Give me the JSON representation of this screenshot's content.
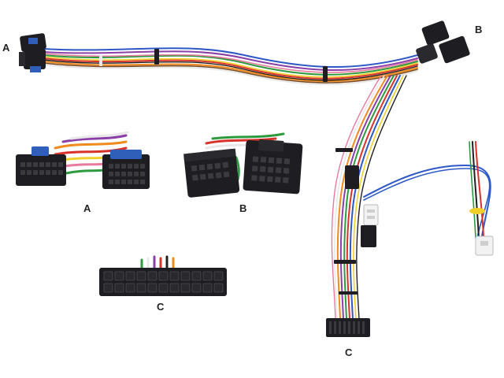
{
  "labels": {
    "connector_a_main": "A",
    "connector_b_main": "B",
    "connector_c_main": "C",
    "connector_a_detail": "A",
    "connector_b_detail": "B",
    "connector_c_detail": "C"
  },
  "colors": {
    "background": "#ffffff",
    "connector_body": "#1e1e22",
    "connector_blue": "#2f5fb8",
    "wire_red": "#d8322a",
    "wire_orange": "#f08a1c",
    "wire_yellow": "#f0cf2a",
    "wire_green": "#2e9a3e",
    "wire_blue": "#2d58c6",
    "wire_purple": "#8a3fa8",
    "wire_white": "#e8e8e8",
    "wire_brown": "#7a4a22",
    "wire_pink": "#e87aa0",
    "wire_gray": "#8a8a8a",
    "wire_black": "#202020"
  }
}
